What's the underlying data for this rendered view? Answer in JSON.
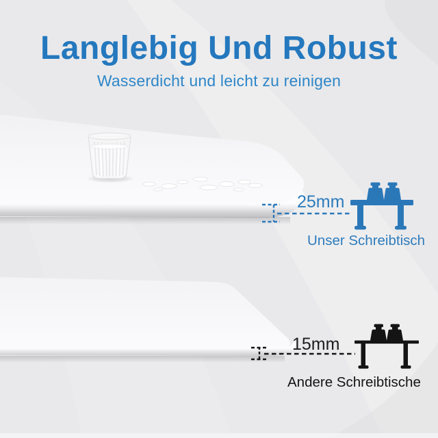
{
  "header": {
    "title": "Langlebig Und Robust",
    "subtitle": "Wasserdicht und leicht zu reinigen"
  },
  "comparison": {
    "ours": {
      "thickness": "25mm",
      "label": "Unser Schreibtisch",
      "icon": "table-with-weights-icon",
      "accent_color": "#2B78B9"
    },
    "others": {
      "thickness": "15mm",
      "label": "Andere Schreibtische",
      "icon": "table-with-weights-icon",
      "accent_color": "#141414"
    }
  },
  "scene": {
    "props": [
      "water-glass-icon",
      "water-droplets-icon"
    ],
    "surfaces": [
      "thick-desktop-front-edge",
      "thin-desktop-front-edge"
    ]
  },
  "colors": {
    "title_blue": "#2478BE",
    "subtitle_blue": "#2E86C8",
    "annotation_blue": "#2E7CBC",
    "annotation_black": "#1D1D1D",
    "background_gray": "#E9E9EB",
    "desk_white": "#F8F8F9",
    "edge_shadow_gray": "#C4C4C7"
  }
}
